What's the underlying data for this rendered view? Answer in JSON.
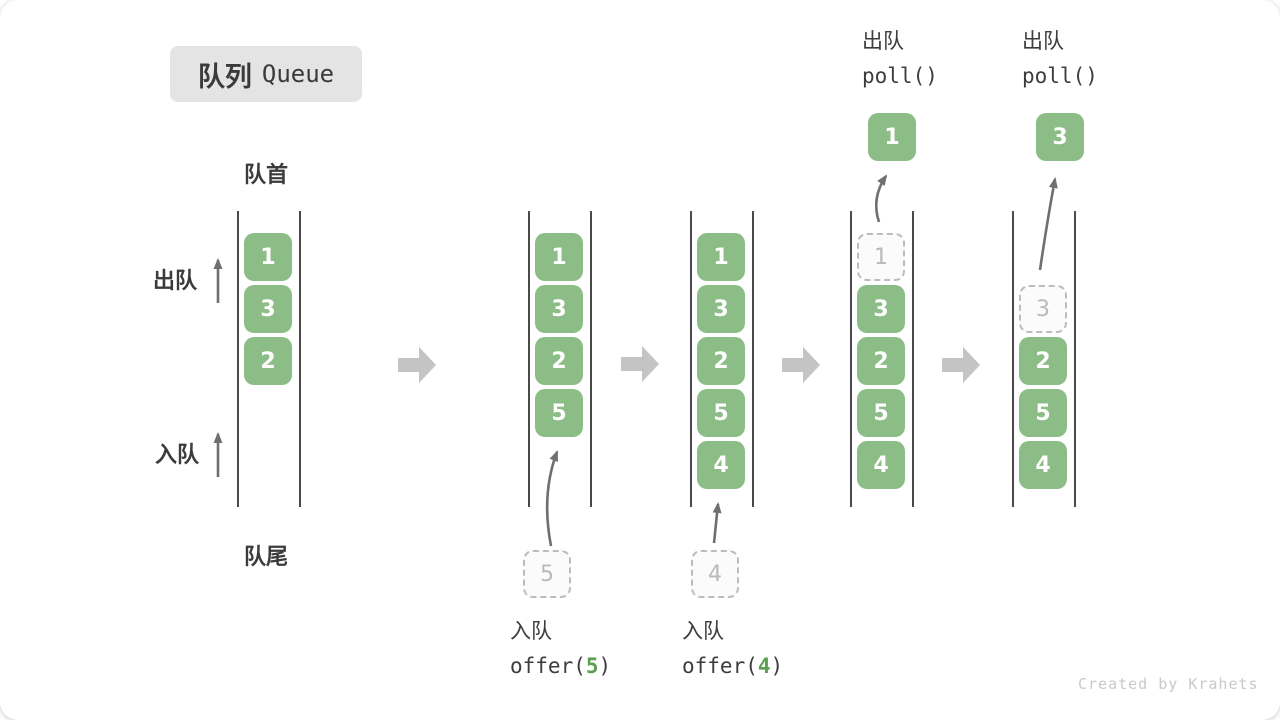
{
  "title": {
    "zh": "队列",
    "en": "Queue"
  },
  "side_labels": {
    "front": "队首",
    "rear": "队尾",
    "dequeue": "出队",
    "enqueue": "入队"
  },
  "ops": {
    "enqueue1": {
      "label": "入队",
      "prefix": "offer(",
      "arg": "5",
      "suffix": ")"
    },
    "enqueue2": {
      "label": "入队",
      "prefix": "offer(",
      "arg": "4",
      "suffix": ")"
    },
    "dequeue1": {
      "label": "出队",
      "code": "poll()",
      "popped_value": "1"
    },
    "dequeue2": {
      "label": "出队",
      "code": "poll()",
      "popped_value": "3"
    }
  },
  "watermark": "Created by Krahets",
  "colors": {
    "box_green": "#8dbd87",
    "code_arg_green": "#5a9e50",
    "block_arrow_gray": "#c4c4c4",
    "thin_arrow_gray": "#6f6f6f",
    "dashed_border": "#bcbcbc",
    "title_box_bg": "#e4e4e4",
    "text_dark": "#3b3b3b",
    "watermark_gray": "#c9c9c9"
  },
  "queues": [
    {
      "slots": [
        {
          "slot": 0,
          "value": "1",
          "variant": "filled"
        },
        {
          "slot": 1,
          "value": "3",
          "variant": "filled"
        },
        {
          "slot": 2,
          "value": "2",
          "variant": "filled"
        }
      ]
    },
    {
      "slots": [
        {
          "slot": 0,
          "value": "1",
          "variant": "filled"
        },
        {
          "slot": 1,
          "value": "3",
          "variant": "filled"
        },
        {
          "slot": 2,
          "value": "2",
          "variant": "filled"
        },
        {
          "slot": 3,
          "value": "5",
          "variant": "filled"
        }
      ],
      "incoming": "5"
    },
    {
      "slots": [
        {
          "slot": 0,
          "value": "1",
          "variant": "filled"
        },
        {
          "slot": 1,
          "value": "3",
          "variant": "filled"
        },
        {
          "slot": 2,
          "value": "2",
          "variant": "filled"
        },
        {
          "slot": 3,
          "value": "5",
          "variant": "filled"
        },
        {
          "slot": 4,
          "value": "4",
          "variant": "filled"
        }
      ],
      "incoming": "4"
    },
    {
      "slots": [
        {
          "slot": 0,
          "value": "1",
          "variant": "dashed"
        },
        {
          "slot": 1,
          "value": "3",
          "variant": "filled"
        },
        {
          "slot": 2,
          "value": "2",
          "variant": "filled"
        },
        {
          "slot": 3,
          "value": "5",
          "variant": "filled"
        },
        {
          "slot": 4,
          "value": "4",
          "variant": "filled"
        }
      ],
      "popped": "1"
    },
    {
      "slots": [
        {
          "slot": 1,
          "value": "3",
          "variant": "dashed"
        },
        {
          "slot": 2,
          "value": "2",
          "variant": "filled"
        },
        {
          "slot": 3,
          "value": "5",
          "variant": "filled"
        },
        {
          "slot": 4,
          "value": "4",
          "variant": "filled"
        }
      ],
      "popped": "3"
    }
  ]
}
